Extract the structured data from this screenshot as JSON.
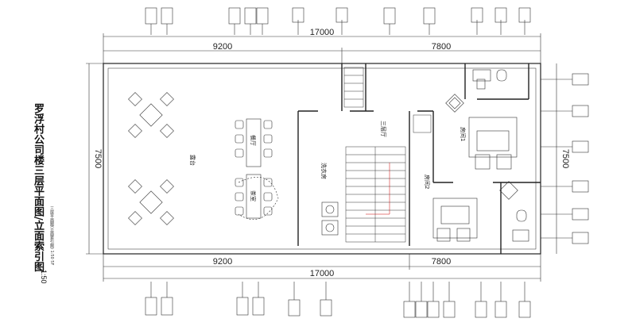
{
  "title": "罗浮村公司楼三层平面图/立面索引图",
  "scale": "1:50",
  "subtitle": "三层平面图(立面索引图) 1:50 5F",
  "dims": {
    "top_total": "17000",
    "top_left": "9200",
    "top_right": "7800",
    "bottom_total": "17000",
    "bottom_left": "9200",
    "bottom_right": "7800",
    "left_height": "7500",
    "right_height": "7500"
  },
  "rooms": {
    "terrace": "露台",
    "dining": "餐厅",
    "tea": "茶室",
    "laundry": "洗衣房",
    "hall": "三层厅",
    "room1": "房间1",
    "room2": "房间2"
  },
  "colors": {
    "line": "#222222",
    "accent": "#cc0000"
  }
}
